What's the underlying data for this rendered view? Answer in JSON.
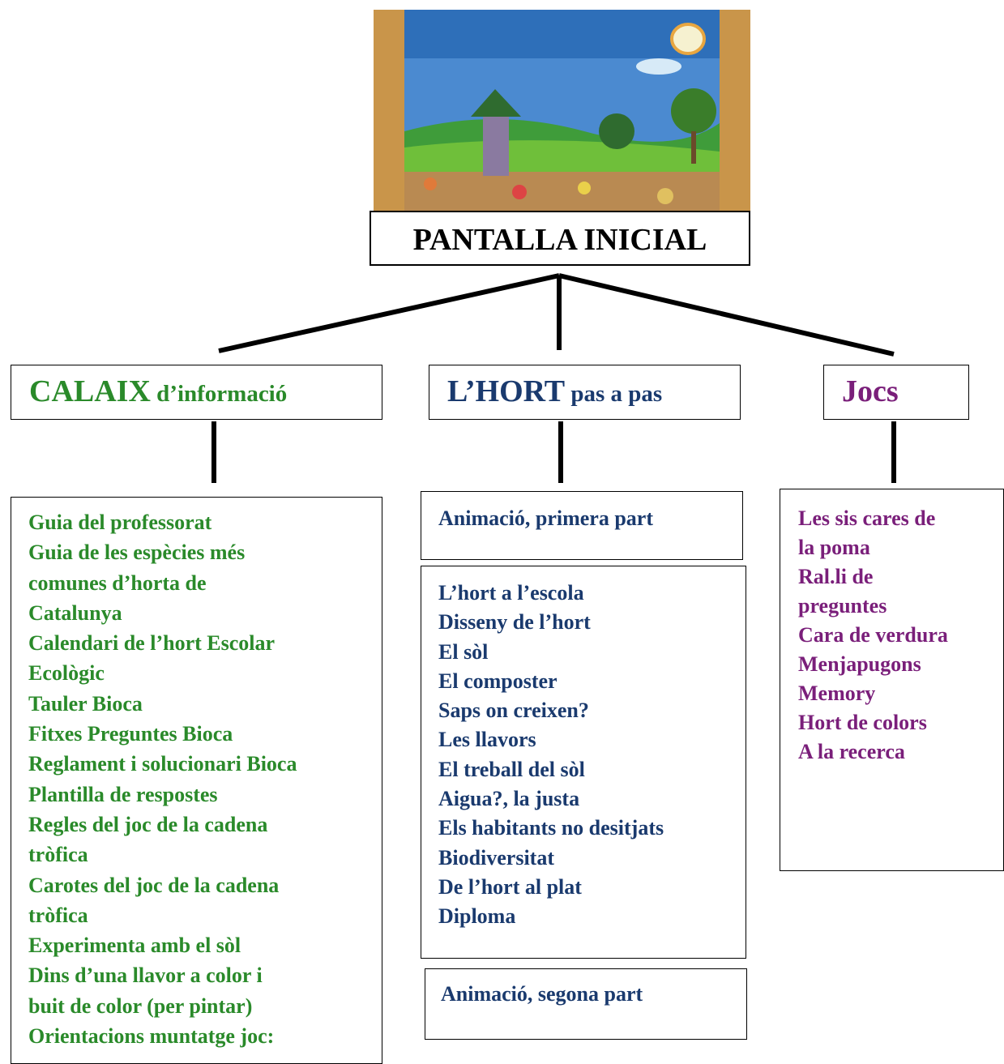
{
  "root": {
    "title": "PANTALLA INICIAL"
  },
  "branches": {
    "calaix": {
      "title_main": "CALAIX",
      "title_rest": " d’informació",
      "color_main": "#2a8a2a"
    },
    "hort": {
      "title_main": "L’HORT",
      "title_rest": " pas a pas",
      "color_main": "#1a3a6e"
    },
    "jocs": {
      "title_main": "Jocs",
      "color_main": "#7a1f7a"
    }
  },
  "calaix_items": [
    "Guia del professorat",
    "Guia de les  espècies més",
    "comunes d’horta de",
    "Catalunya",
    "Calendari de l’hort Escolar",
    "Ecològic",
    "Tauler Bioca",
    "Fitxes Preguntes Bioca",
    "Reglament i solucionari Bioca",
    "Plantilla de respostes",
    "Regles del joc de la cadena",
    "tròfica",
    "Carotes  del joc de la cadena",
    "tròfica",
    "Experimenta amb el sòl",
    "Dins d’una llavor a color i",
    "buit de color (per pintar)",
    "Orientacions muntatge joc:"
  ],
  "hort_top": "Animació, primera part",
  "hort_items": [
    "L’hort a l’escola",
    "Disseny de l’hort",
    "El sòl",
    "El composter",
    "Saps on creixen?",
    "Les llavors",
    "El treball del sòl",
    "Aigua?, la justa",
    "Els habitants no desitjats",
    "Biodiversitat",
    "De l’hort al plat",
    "Diploma"
  ],
  "hort_bottom": "Animació, segona part",
  "jocs_items": [
    "Les sis cares de",
    "la poma",
    "Ral.li de",
    "preguntes",
    "Cara de  verdura",
    "Menjapugons",
    "Memory",
    "Hort de colors",
    "A la recerca"
  ]
}
